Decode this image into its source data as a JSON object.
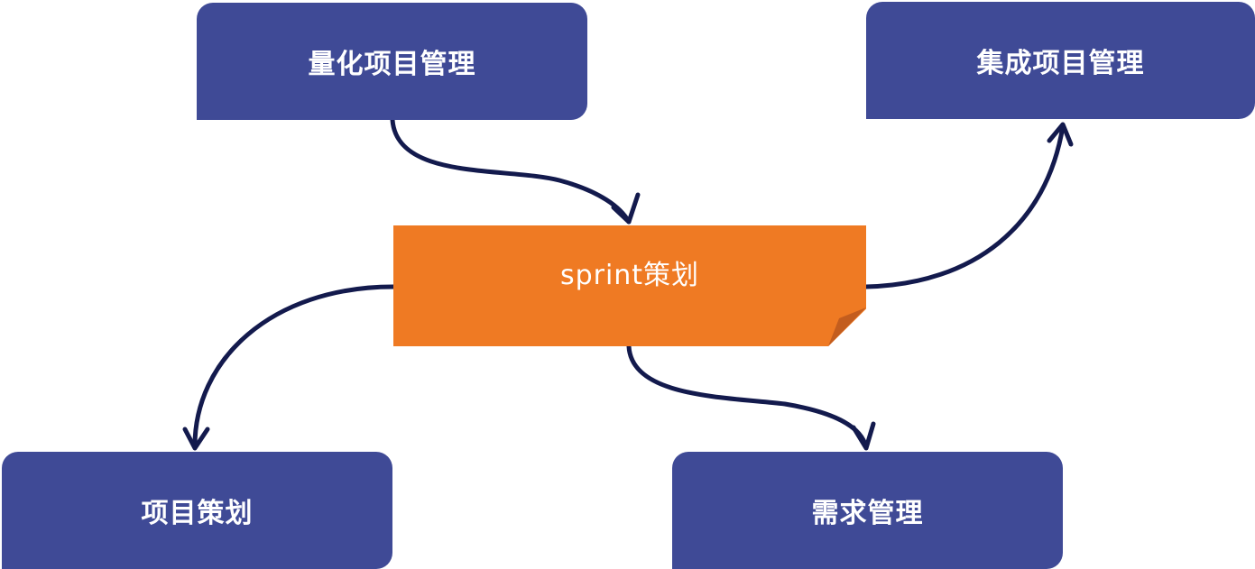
{
  "nodes": {
    "quant_label": "量化项目管理",
    "integ_label": "集成项目管理",
    "sprint_label": "sprint策划",
    "plan_label": "项目策划",
    "req_label": "需求管理"
  },
  "colors": {
    "blue_box": "#3f4a96",
    "orange_box": "#ef7a23",
    "fold": "#c35d1e",
    "connector": "#131a4d"
  }
}
